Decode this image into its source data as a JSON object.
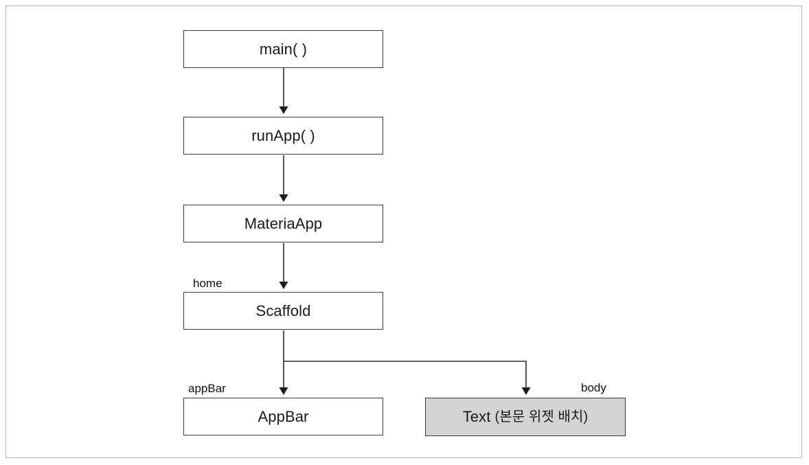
{
  "diagram": {
    "title": "Flutter widget hierarchy flowchart",
    "background_color": "#ffffff",
    "frame_color": "#b3b3b3",
    "node_border_color": "#3a3a3a",
    "node_fill_default": "#ffffff",
    "node_fill_highlight": "#d4d4d4",
    "connector_color": "#2b2b2b",
    "nodes": [
      {
        "id": "main",
        "label": "main( )",
        "fill": "#ffffff"
      },
      {
        "id": "runapp",
        "label": "runApp( )",
        "fill": "#ffffff"
      },
      {
        "id": "materiaapp",
        "label": "MateriaApp",
        "fill": "#ffffff"
      },
      {
        "id": "scaffold",
        "label": "Scaffold",
        "fill": "#ffffff"
      },
      {
        "id": "appbar",
        "label": "AppBar",
        "fill": "#ffffff"
      },
      {
        "id": "text",
        "label": "Text",
        "note": "(본문 위젯 배치)",
        "fill": "#d4d4d4"
      }
    ],
    "edge_labels": [
      {
        "id": "home",
        "label": "home"
      },
      {
        "id": "appbar",
        "label": "appBar"
      },
      {
        "id": "body",
        "label": "body"
      }
    ],
    "edges": [
      {
        "from": "main",
        "to": "runapp",
        "label": ""
      },
      {
        "from": "runapp",
        "to": "materiaapp",
        "label": ""
      },
      {
        "from": "materiaapp",
        "to": "scaffold",
        "label": "home"
      },
      {
        "from": "scaffold",
        "to": "appbar",
        "label": "appBar"
      },
      {
        "from": "scaffold",
        "to": "text",
        "label": "body"
      }
    ]
  }
}
